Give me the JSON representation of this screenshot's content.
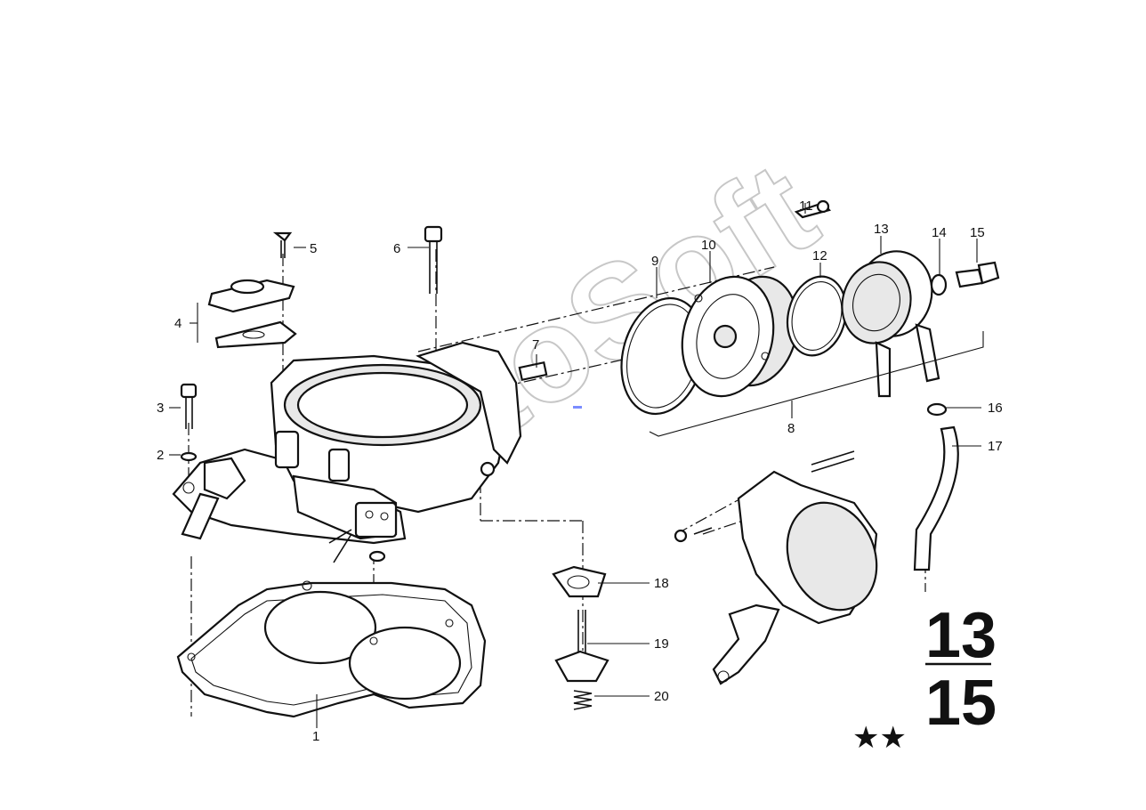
{
  "diagram": {
    "callouts": {
      "c1": "1",
      "c2": "2",
      "c3": "3",
      "c4": "4",
      "c5": "5",
      "c6": "6",
      "c7": "7",
      "c8": "8",
      "c9": "9",
      "c10": "10",
      "c11": "11",
      "c12": "12",
      "c13": "13",
      "c14": "14",
      "c15": "15",
      "c16": "16",
      "c17": "17",
      "c18": "18",
      "c19": "19",
      "c20": "20"
    },
    "page_number": {
      "top": "13",
      "bottom": "15"
    },
    "stars": "★★",
    "watermark": "AutoSoft"
  }
}
